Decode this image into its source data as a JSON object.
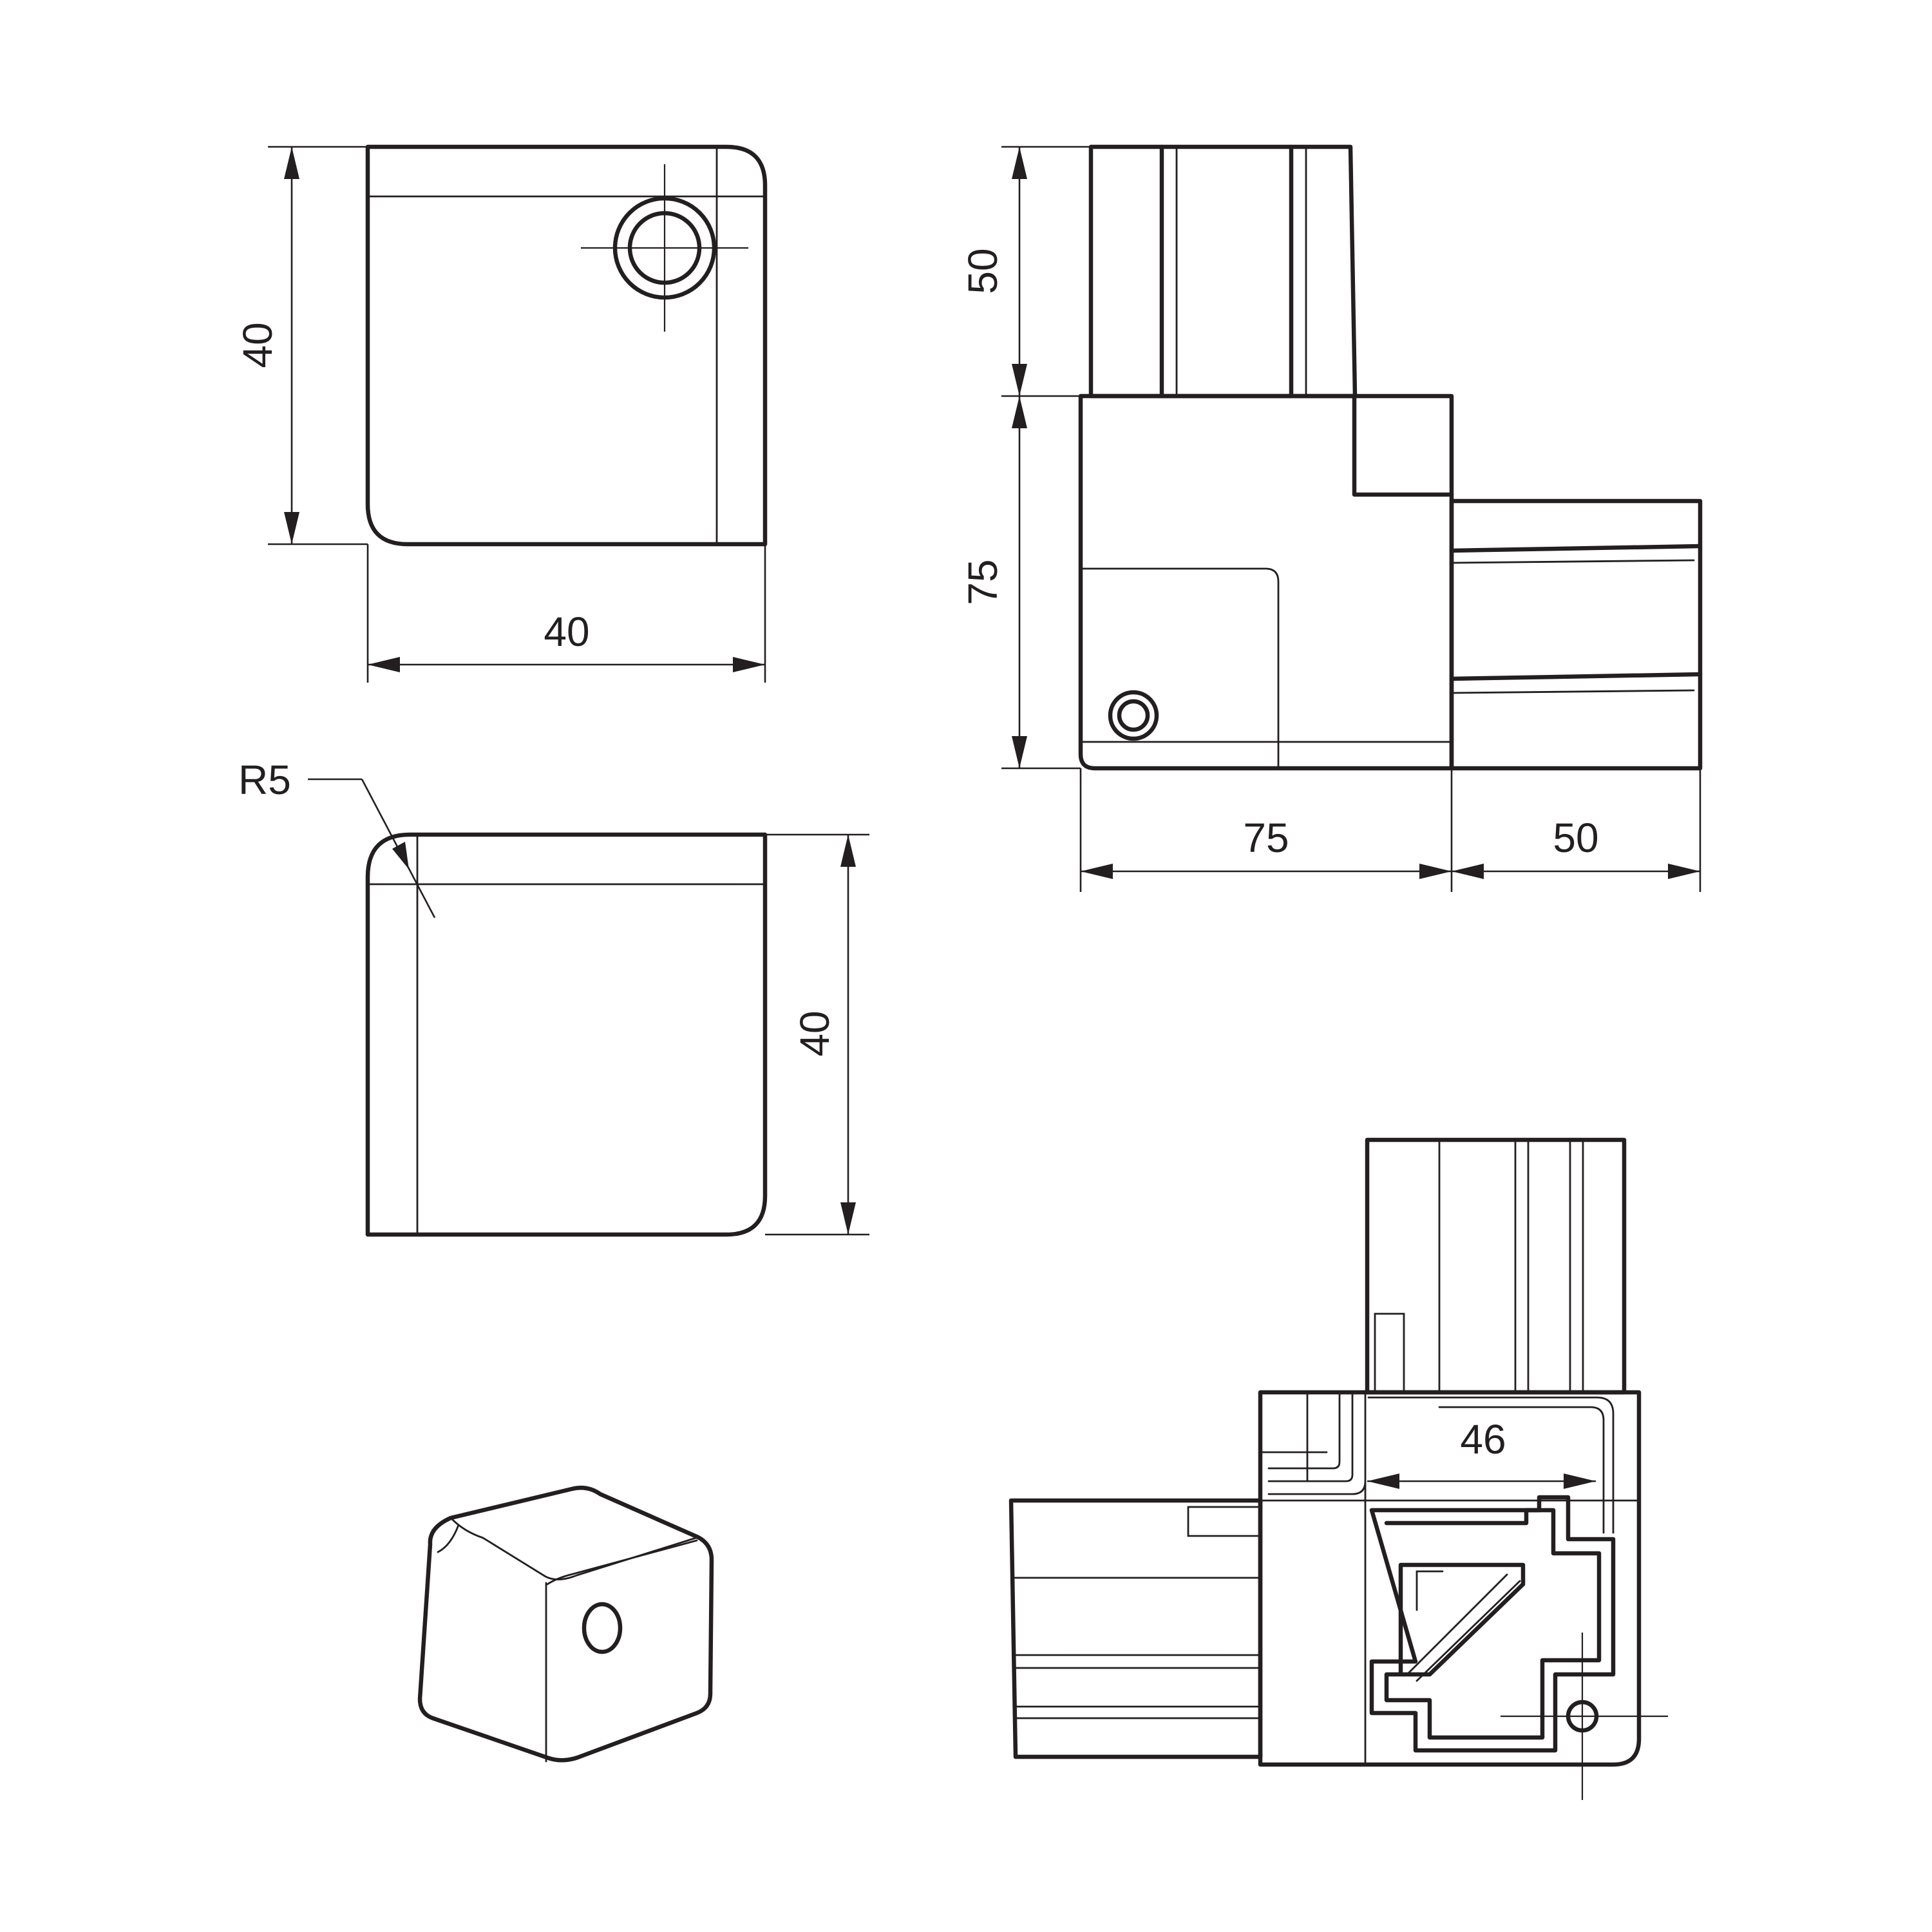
{
  "colors": {
    "line": "#231f20",
    "background": "#ffffff"
  },
  "views": {
    "front": {
      "height_label": "40",
      "width_label": "40"
    },
    "side": {
      "radius_label": "R5",
      "height_label": "40"
    },
    "top": {
      "upper_leg_label": "50",
      "body_height_label": "75",
      "body_width_label": "75",
      "right_leg_label": "50"
    },
    "isometric": {},
    "section": {
      "inner_width_label": "46"
    }
  }
}
